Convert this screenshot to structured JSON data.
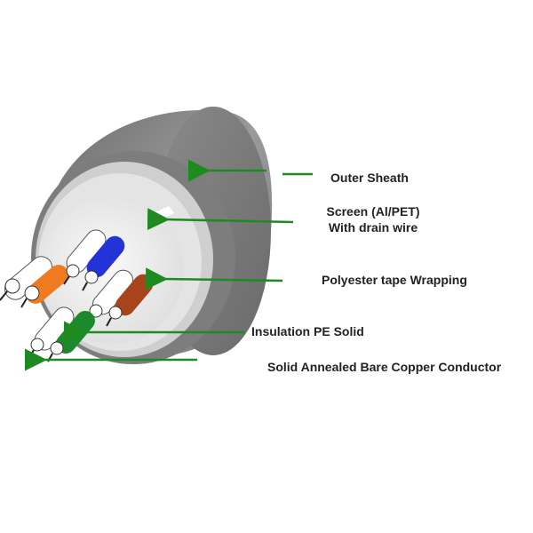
{
  "labels": {
    "outer_sheath": "Outer Sheath",
    "screen_line1": "Screen (Al/PET)",
    "screen_line2": "With drain wire",
    "polyester": "Polyester tape Wrapping",
    "insulation": "Insulation PE Solid",
    "conductor": "Solid Annealed Bare Copper Conductor"
  },
  "colors": {
    "arrow": "#1f8a1f",
    "sheath": "#8c8c8c",
    "screen": "#d9d9d9",
    "core": "#eeeeee",
    "pair_orange": "#f07a1f",
    "pair_blue": "#2433d8",
    "pair_brown": "#a8441c",
    "pair_green": "#1c8a2c",
    "pair_white": "#ffffff"
  },
  "components": [
    "outer-sheath",
    "screen-with-drain-wire",
    "polyester-tape",
    "pe-insulation",
    "copper-conductor"
  ]
}
